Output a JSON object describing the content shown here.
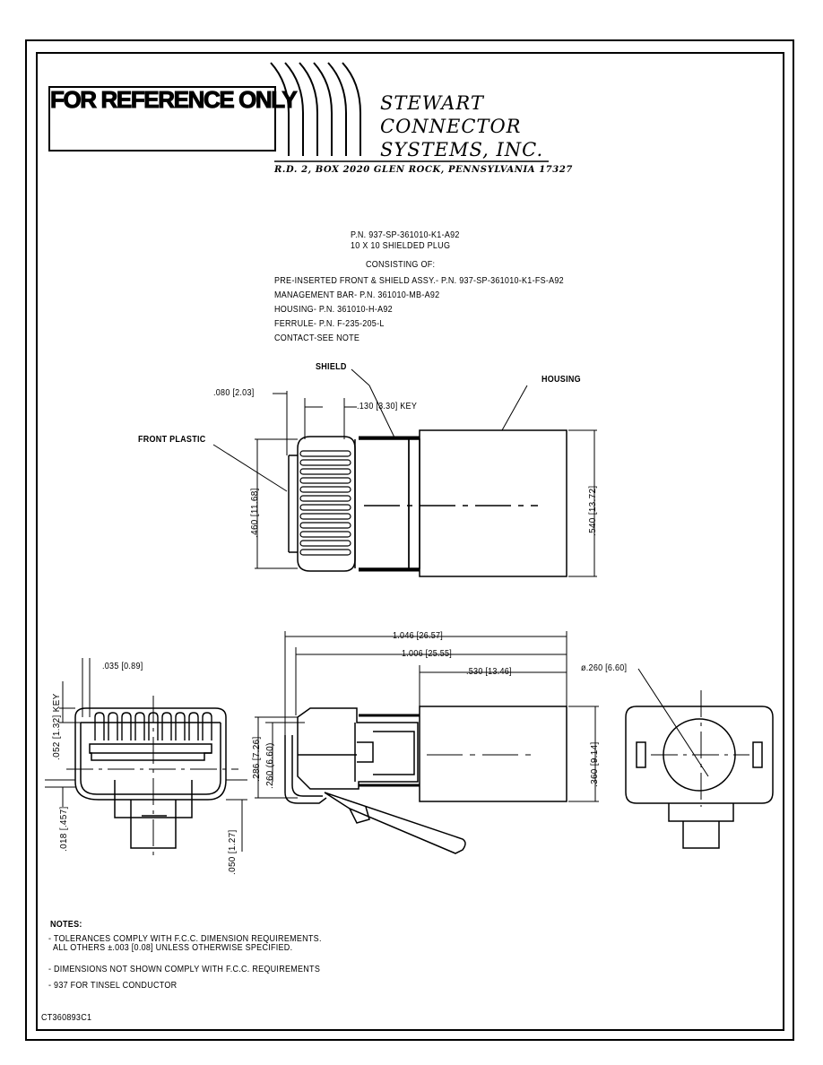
{
  "stamp": {
    "text": "FOR REFERENCE ONLY"
  },
  "company": {
    "line1": "STEWART",
    "line2": "CONNECTOR",
    "line3": "SYSTEMS,  INC.",
    "address": "R.D. 2, BOX 2020   GLEN ROCK, PENNSYLVANIA   17327"
  },
  "part": {
    "pn": "P.N.  937-SP-361010-K1-A92",
    "desc": "10 X 10 SHIELDED PLUG",
    "consisting": "CONSISTING OF:",
    "components": [
      "PRE-INSERTED FRONT & SHIELD ASSY.- P.N. 937-SP-361010-K1-FS-A92",
      "MANAGEMENT BAR- P.N. 361010-MB-A92",
      "HOUSING-  P.N. 361010-H-A92",
      "FERRULE- P.N. F-235-205-L",
      "CONTACT-SEE NOTE"
    ]
  },
  "top_view": {
    "shield": "SHIELD",
    "housing": "HOUSING",
    "front_plastic": "FRONT PLASTIC",
    "dim_080": ".080 [2.03]",
    "dim_130": ".130 [3.30] KEY",
    "dim_460": ".460 [11.68]",
    "dim_540": ".540 [13.72]"
  },
  "front_view": {
    "dim_035": ".035 [0.89]",
    "dim_052": ".052 [1.32] KEY",
    "dim_018": ".018 [.457]",
    "dim_050": ".050 [1.27]"
  },
  "side_view": {
    "dim_1046": "1.046 [26.57]",
    "dim_1006": "1.006 [25.55]",
    "dim_530": ".530 [13.46]",
    "dim_286": ".286 [7.26]",
    "dim_260": ".260 (6.60)",
    "dim_360": ".360 [9.14]"
  },
  "rear_view": {
    "dim_dia": "ø.260 [6.60]"
  },
  "notes": {
    "title": "NOTES:",
    "items": [
      "- TOLERANCES COMPLY WITH F.C.C. DIMENSION REQUIREMENTS.",
      "  ALL OTHERS ±.003 [0.08] UNLESS OTHERWISE SPECIFIED.",
      "- DIMENSIONS NOT SHOWN COMPLY WITH F.C.C. REQUIREMENTS",
      "- 937 FOR TINSEL CONDUCTOR"
    ]
  },
  "drawing_no": "CT360893C1"
}
